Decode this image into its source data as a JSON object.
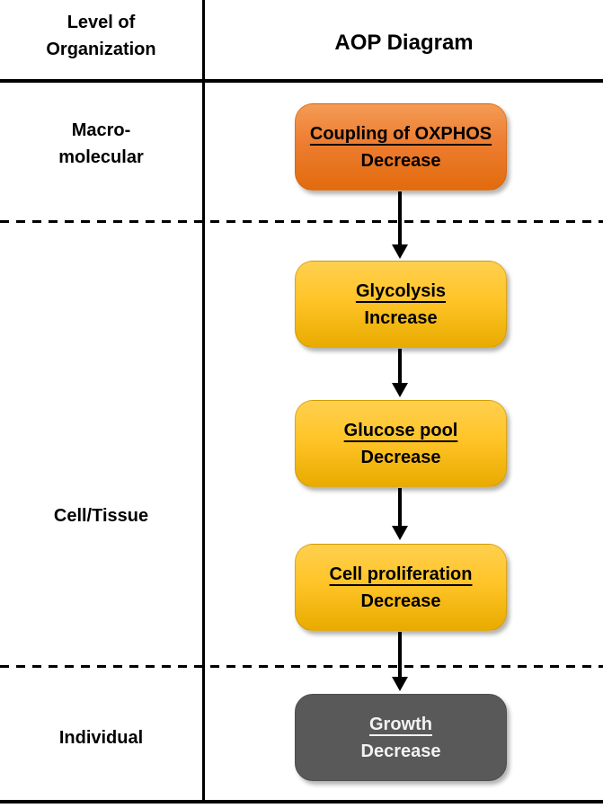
{
  "header": {
    "left_title": "Level of\nOrganization",
    "right_title": "AOP Diagram"
  },
  "levels": [
    {
      "label": "Macro-\nmolecular"
    },
    {
      "label": "Cell/Tissue"
    },
    {
      "label": "Individual"
    }
  ],
  "nodes": [
    {
      "title": "Coupling of OXPHOS",
      "direction": "Decrease",
      "role": "molecular-initiating-event"
    },
    {
      "title": "Glycolysis",
      "direction": "Increase",
      "role": "key-event"
    },
    {
      "title": "Glucose pool",
      "direction": "Decrease",
      "role": "key-event"
    },
    {
      "title": "Cell proliferation",
      "direction": "Decrease",
      "role": "key-event"
    },
    {
      "title": "Growth",
      "direction": "Decrease",
      "role": "adverse-outcome"
    }
  ],
  "colors": {
    "mie_gradient_top": "#F49B55",
    "mie_gradient_bottom": "#E26B0C",
    "key_event_gradient_top": "#FFD04F",
    "key_event_gradient_bottom": "#E9AB00",
    "adverse_outcome_fill": "#595959",
    "adverse_outcome_text": "#F2F2F2",
    "line_color": "#000000",
    "node_text": "#000000"
  }
}
